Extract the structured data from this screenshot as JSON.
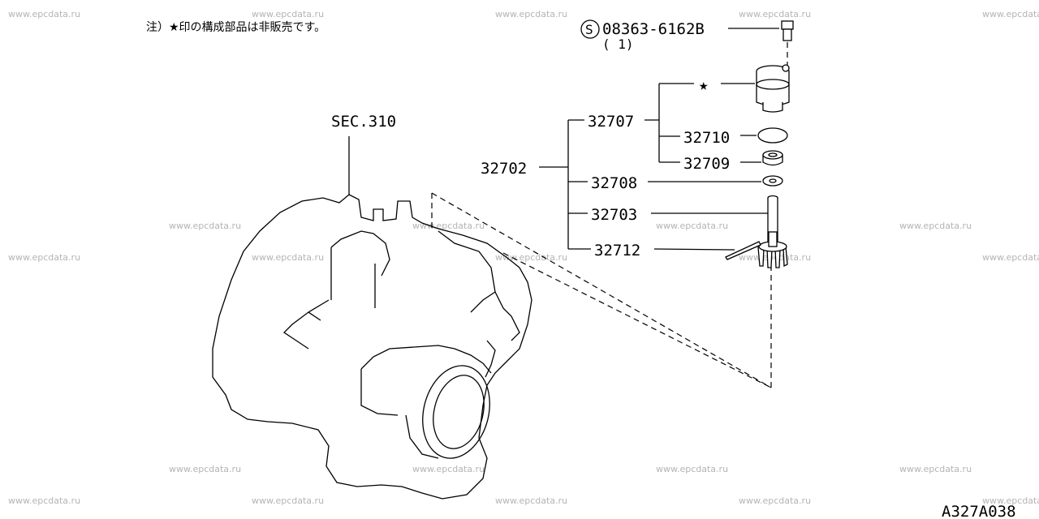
{
  "note": "注）★印の構成部品は非販売です。",
  "section_ref": "SEC.310",
  "bolt": {
    "symbol": "S",
    "part_number": "08363-6162B",
    "quantity": "( 1)"
  },
  "star_symbol": "★",
  "parts": {
    "p32702": "32702",
    "p32707": "32707",
    "p32710": "32710",
    "p32709": "32709",
    "p32708": "32708",
    "p32703": "32703",
    "p32712": "32712"
  },
  "diagram_code": "A327A038",
  "watermark": "www.epcdata.ru"
}
